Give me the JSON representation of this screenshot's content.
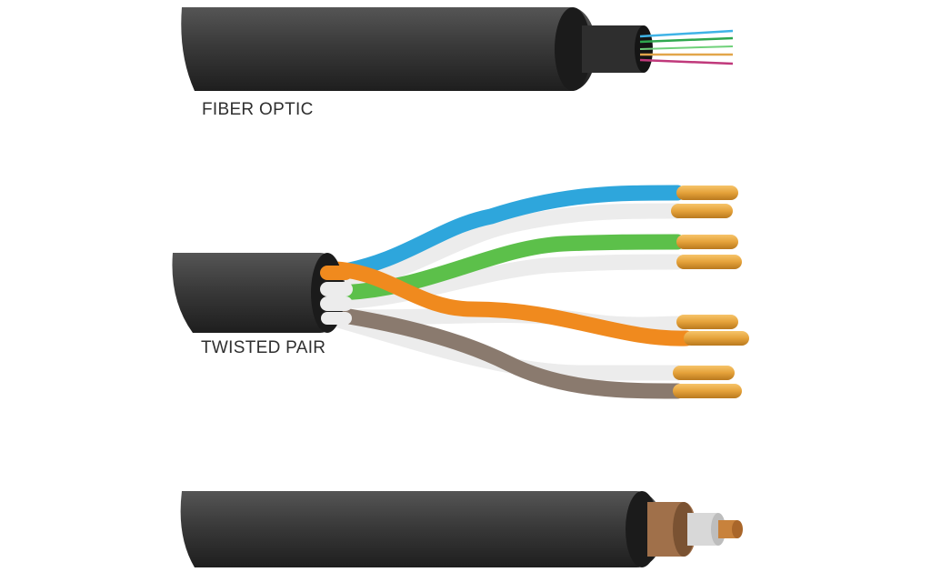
{
  "labels": {
    "fiber_optic": "FIBER OPTIC",
    "twisted_pair": "TWISTED PAIR"
  },
  "colors": {
    "jacket": "#3a3a3a",
    "jacket_light": "#5a5a5a",
    "copper": "#e5a23a",
    "blue": "#2ea6dc",
    "green": "#5cc04a",
    "orange": "#f08a1e",
    "brown": "#8a7a6e",
    "white_wire": "#ececec",
    "coax_shield": "#a0704a",
    "coax_dielectric": "#d8d8d8",
    "coax_core": "#c8823c"
  },
  "cables": [
    {
      "name": "fiber-optic-cable",
      "fiber_colors": [
        "#3fb3e6",
        "#2fa84f",
        "#e2a64a",
        "#c0397b",
        "#6fd17a"
      ]
    },
    {
      "name": "twisted-pair-cable",
      "pairs": [
        "blue",
        "green",
        "orange",
        "brown"
      ]
    },
    {
      "name": "coaxial-cable",
      "layers": [
        "jacket",
        "shield",
        "dielectric",
        "core"
      ]
    }
  ]
}
